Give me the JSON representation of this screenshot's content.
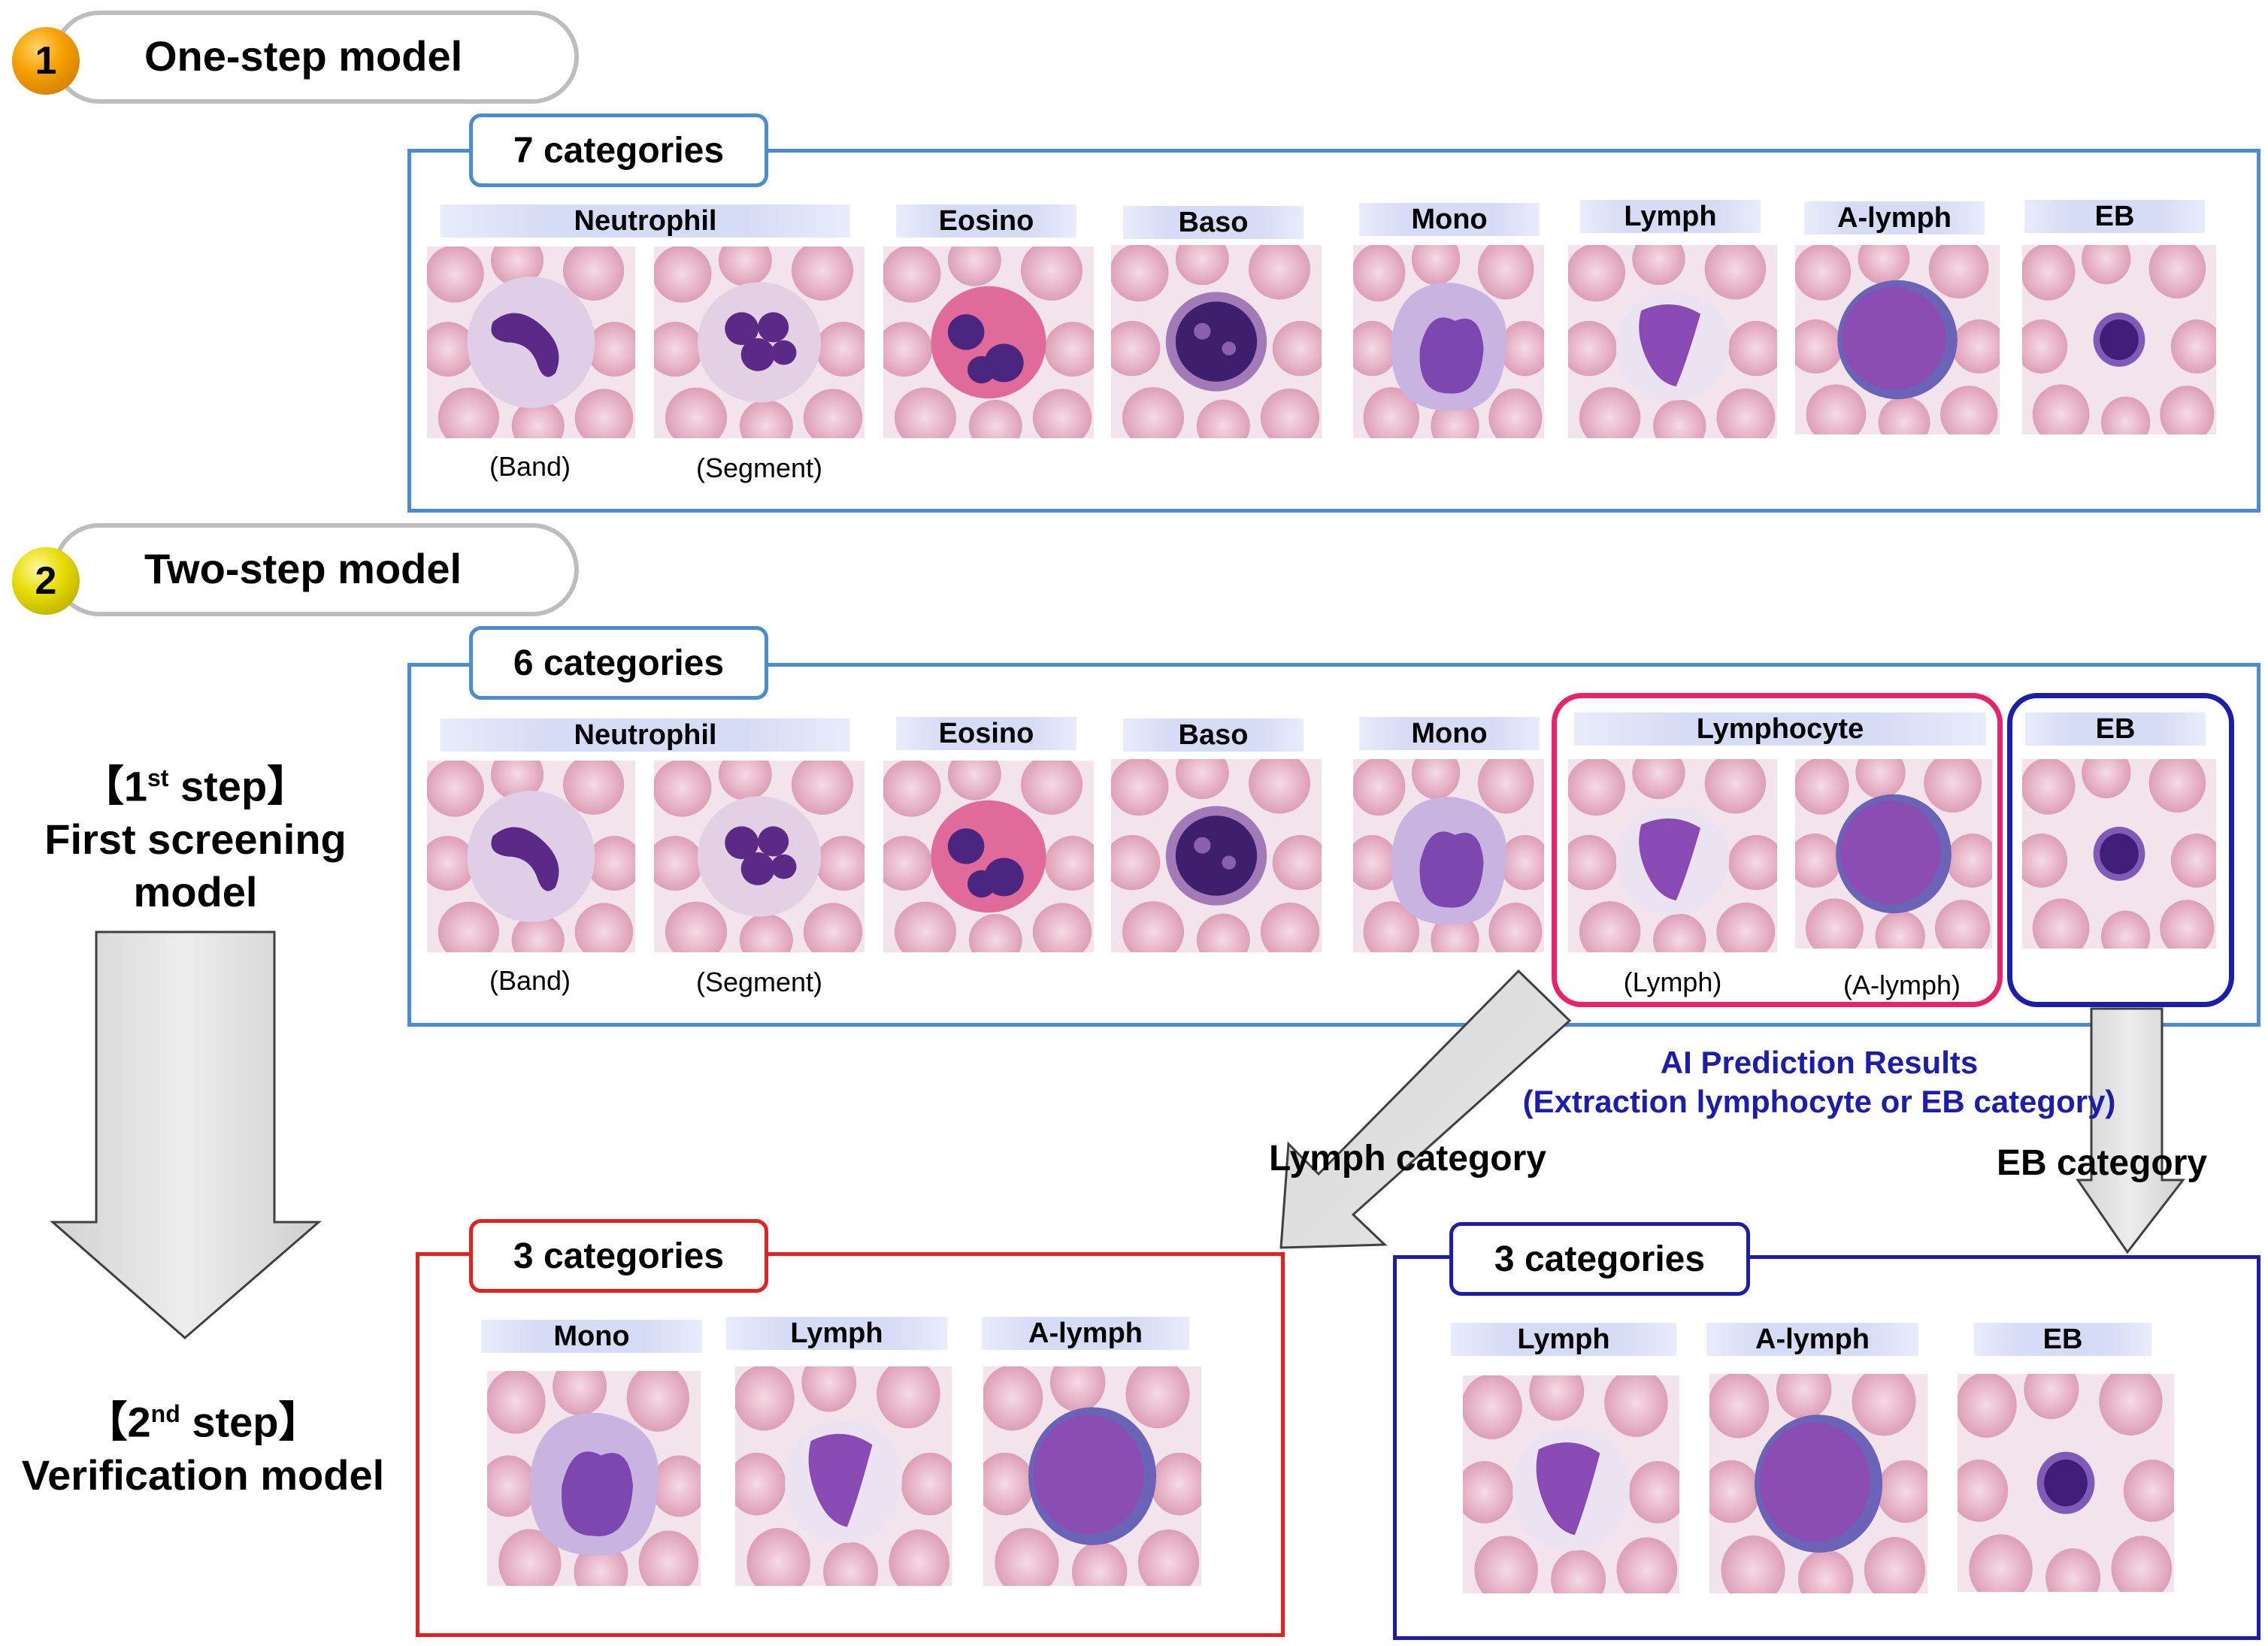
{
  "one_step": {
    "badge": "1",
    "title": "One-step model",
    "tab": "7 categories",
    "labels": [
      "Neutrophil",
      "Eosino",
      "Baso",
      "Mono",
      "Lymph",
      "A-lymph",
      "EB"
    ],
    "captions": [
      "(Band)",
      "(Segment)"
    ]
  },
  "two_step": {
    "badge": "2",
    "title": "Two-step model",
    "tab": "6 categories",
    "labels": [
      "Neutrophil",
      "Eosino",
      "Baso",
      "Mono",
      "Lymphocyte",
      "EB"
    ],
    "captions": [
      "(Band)",
      "(Segment)",
      "(Lymph)",
      "(A-lymph)"
    ]
  },
  "steps": {
    "first_label": "【1",
    "first_sup": "st",
    "first_tail": " step】",
    "first_line2": "First screening",
    "first_line3": "model",
    "second_label": "【2",
    "second_sup": "nd",
    "second_tail": " step】",
    "second_line2": "Verification model"
  },
  "ai_prediction": {
    "line1": "AI Prediction Results",
    "line2": "(Extraction lymphocyte or EB category)"
  },
  "lymph_category": "Lymph category",
  "eb_category": "EB category",
  "verify_lymph": {
    "tab": "3 categories",
    "labels": [
      "Mono",
      "Lymph",
      "A-lymph"
    ]
  },
  "verify_eb": {
    "tab": "3 categories",
    "labels": [
      "Lymph",
      "A-lymph",
      "EB"
    ]
  },
  "colors": {
    "blue_frame": "#4a8bd2",
    "navy_frame": "#1d1dab",
    "red_frame": "#e52020",
    "magenta_frame": "#e8226b",
    "label_bg": "#d7dcf6",
    "ai_text": "#1d1dab"
  }
}
